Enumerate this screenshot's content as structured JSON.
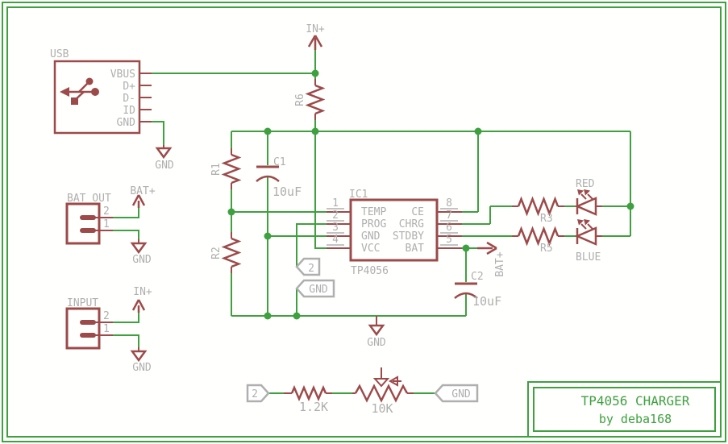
{
  "colors": {
    "wire": "#3FA040",
    "component": "#9C4A4A",
    "label": "#AFAFAF",
    "frame": "#3FA040",
    "background": "#FFFFFF"
  },
  "usb": {
    "ref": "USB",
    "pins": [
      "VBUS",
      "D+",
      "D-",
      "ID",
      "GND"
    ],
    "gnd": "GND"
  },
  "power": {
    "in_top": "IN+",
    "bat_out": "BAT+",
    "bat_ic": "BAT+",
    "in_input": "IN+"
  },
  "gnd": {
    "mid": "GND",
    "bat_out": "GND",
    "input": "GND"
  },
  "flags": {
    "prog": "2",
    "prog_gnd": "GND",
    "pot": "2",
    "pot_gnd": "GND"
  },
  "resistors": {
    "r1": "R1",
    "r2": "R2",
    "r3": "R3",
    "r5": "R5",
    "r6": "R6"
  },
  "capacitors": {
    "c1": "C1",
    "c2": "C2"
  },
  "values": {
    "c1": "10uF",
    "c2": "10uF",
    "rset": "1.2K",
    "pot": "10K"
  },
  "ic": {
    "ref": "IC1",
    "value": "TP4056",
    "left_pins": [
      {
        "num": "1",
        "name": "TEMP"
      },
      {
        "num": "2",
        "name": "PROG"
      },
      {
        "num": "3",
        "name": "GND"
      },
      {
        "num": "4",
        "name": "VCC"
      }
    ],
    "right_pins": [
      {
        "num": "8",
        "name": "CE"
      },
      {
        "num": "7",
        "name": "CHRG"
      },
      {
        "num": "6",
        "name": "STDBY"
      },
      {
        "num": "5",
        "name": "BAT"
      }
    ]
  },
  "connectors": {
    "bat_out": {
      "ref": "BAT_OUT",
      "pin2": "2",
      "pin1": "1"
    },
    "input": {
      "ref": "INPUT",
      "pin2": "2",
      "pin1": "1"
    }
  },
  "leds": {
    "red": "RED",
    "blue": "BLUE"
  },
  "title_block": {
    "title": "TP4056 CHARGER",
    "author": "by deba168"
  }
}
